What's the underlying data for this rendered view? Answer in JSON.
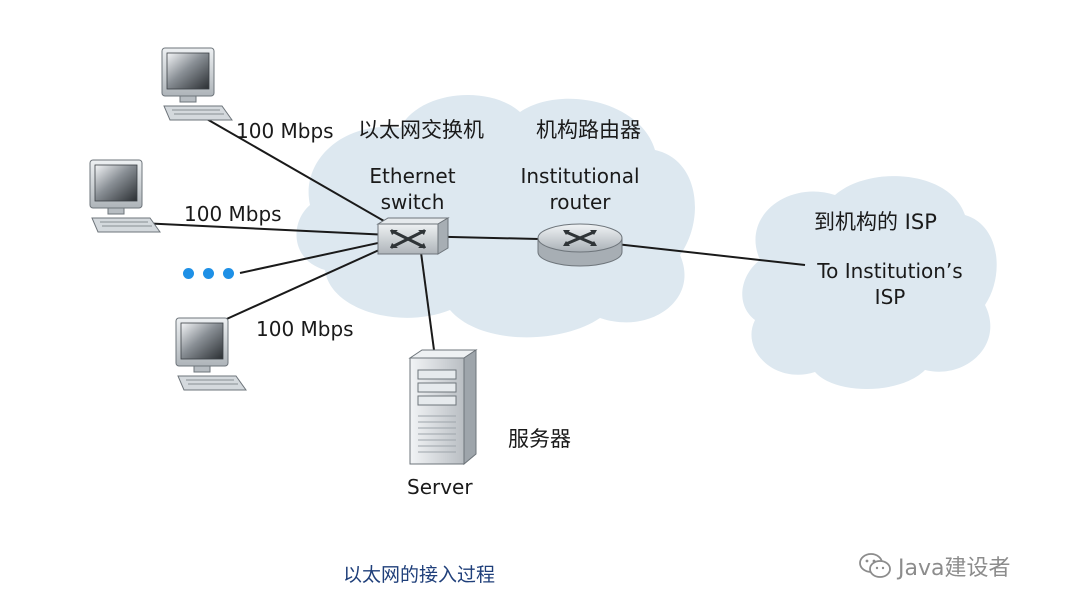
{
  "labels": {
    "link_speed_1": "100 Mbps",
    "link_speed_2": "100 Mbps",
    "link_speed_3": "100 Mbps",
    "switch_zh": "以太网交换机",
    "switch_en": "Ethernet\nswitch",
    "router_zh": "机构路由器",
    "router_en": "Institutional\nrouter",
    "isp_zh": "到机构的 ISP",
    "isp_en": "To Institution’s\nISP",
    "server_zh": "服务器",
    "server_en": "Server"
  },
  "caption": "以太网的接入过程",
  "watermark": "Java建设者",
  "colors": {
    "cloud": "#dde8f0",
    "link": "#1a1a1a",
    "ellipsis_dots": "#1e90e6",
    "device_body": "#c9cdd1",
    "caption": "#1f3f7a"
  },
  "icons": {
    "hosts": "desktop-computer-icon",
    "switch": "ethernet-switch-icon",
    "router": "router-icon",
    "server": "tower-server-icon",
    "watermark": "wechat-icon"
  }
}
